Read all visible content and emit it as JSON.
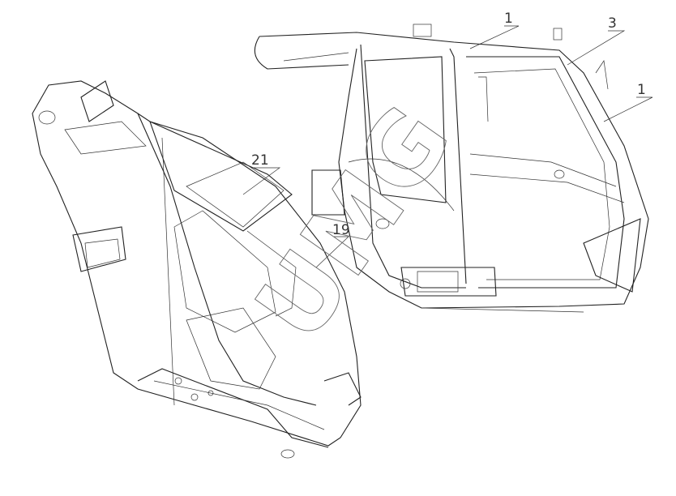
{
  "callouts": {
    "top_one": "1",
    "top_three": "3",
    "right_one": "1",
    "left_twentyone": "21",
    "center_nineteen": "19"
  },
  "watermark": "UMG"
}
